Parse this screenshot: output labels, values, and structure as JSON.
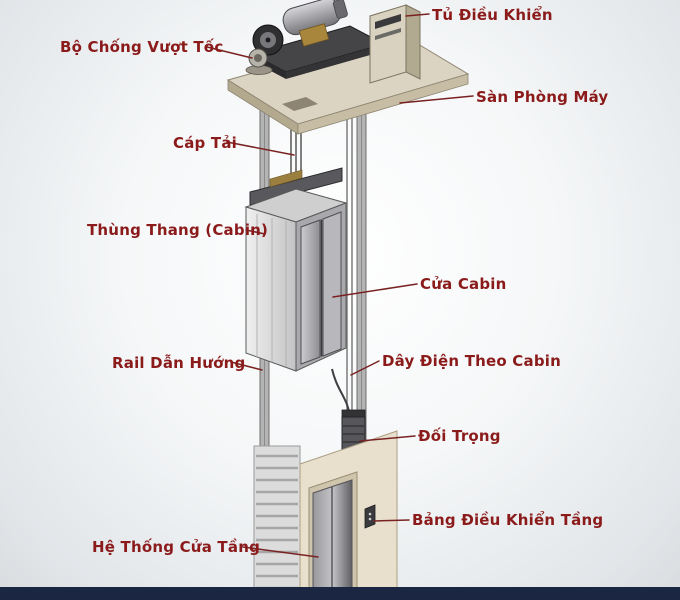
{
  "diagram": {
    "subject": "elevator-components-diagram",
    "labels": [
      {
        "id": "tu-dieu-khien",
        "text": "Tủ Điều Khiển"
      },
      {
        "id": "bo-chong-vuot-toc",
        "text": "Bộ Chống Vượt Tốc"
      },
      {
        "id": "san-phong-may",
        "text": "Sàn Phòng Máy"
      },
      {
        "id": "cap-tai",
        "text": "Cáp Tải"
      },
      {
        "id": "thung-thang",
        "text": "Thùng Thang (Cabin)"
      },
      {
        "id": "cua-cabin",
        "text": "Cửa Cabin"
      },
      {
        "id": "rail-dan-huong",
        "text": "Rail Dẫn Hướng"
      },
      {
        "id": "day-dien-theo-cabin",
        "text": "Dây Điện Theo Cabin"
      },
      {
        "id": "doi-trong",
        "text": "Đối Trọng"
      },
      {
        "id": "bang-dieu-khien-tang",
        "text": "Bảng Điều Khiển Tầng"
      },
      {
        "id": "he-thong-cua-tang",
        "text": "Hệ Thống Cửa Tầng"
      }
    ],
    "colors": {
      "label_text": "#8b1b1b",
      "leader_line": "#7a2222",
      "bottom_bar": "#1a2642"
    }
  }
}
